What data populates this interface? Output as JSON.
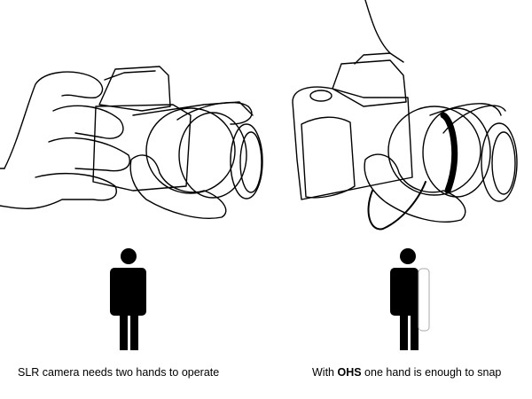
{
  "captions": {
    "left": "SLR camera needs two hands to operate",
    "right_prefix": "With ",
    "right_brand": "OHS",
    "right_suffix": " one hand is enough to snap"
  },
  "colors": {
    "line": "#000000",
    "figure": "#000000"
  }
}
